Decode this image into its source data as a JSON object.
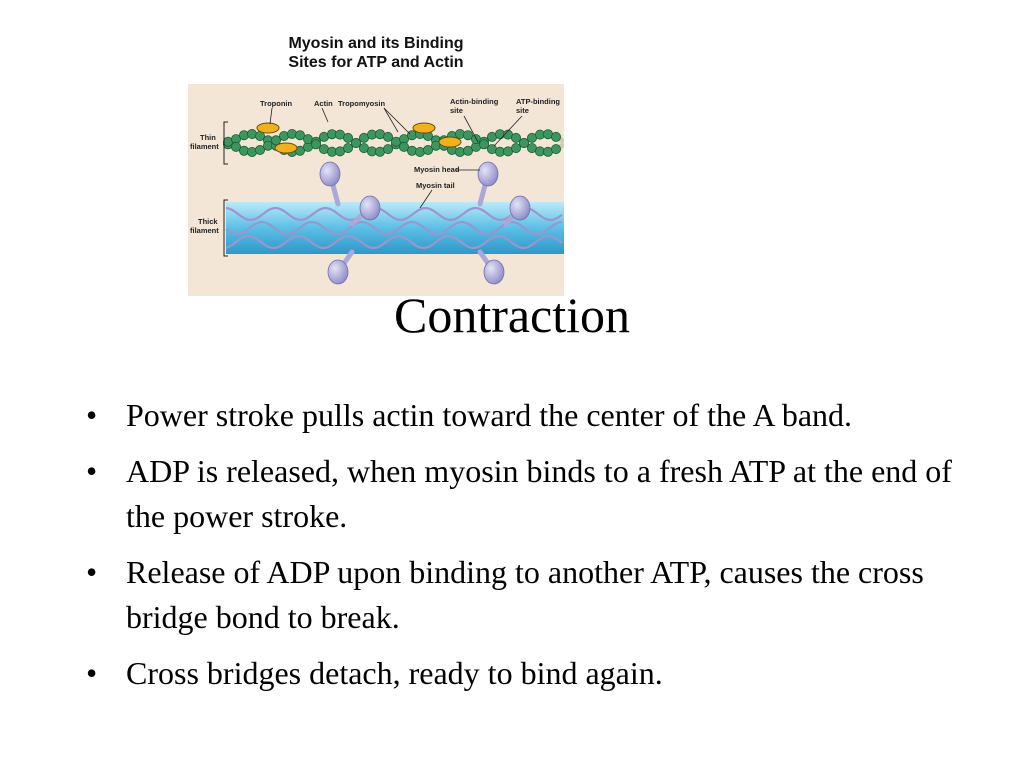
{
  "figure": {
    "title_line1": "Myosin and its Binding",
    "title_line2": "Sites for ATP and Actin",
    "labels": {
      "troponin": "Troponin",
      "actin": "Actin",
      "tropomyosin": "Tropomyosin",
      "actin_binding_1": "Actin-binding",
      "actin_binding_2": "site",
      "atp_binding_1": "ATP-binding",
      "atp_binding_2": "site",
      "thin_1": "Thin",
      "thin_2": "filament",
      "thick_1": "Thick",
      "thick_2": "filament",
      "myosin_head": "Myosin head",
      "myosin_tail": "Myosin tail"
    },
    "colors": {
      "background": "#f3e6d7",
      "actin": "#3d9660",
      "troponin": "#f0b020",
      "tropomyosin": "#d9c7b0",
      "thick_filament": "#69c6ea",
      "myosin": "#a9a8d8"
    }
  },
  "slide": {
    "title": "Contraction",
    "bullet_char": "•",
    "bullets": [
      "Power stroke pulls actin toward the center of the A band.",
      "ADP is released, when myosin binds to a fresh ATP at the end of the power stroke.",
      "Release of ADP upon binding to another ATP, causes the cross bridge bond to break.",
      "Cross bridges detach, ready to bind again."
    ]
  }
}
